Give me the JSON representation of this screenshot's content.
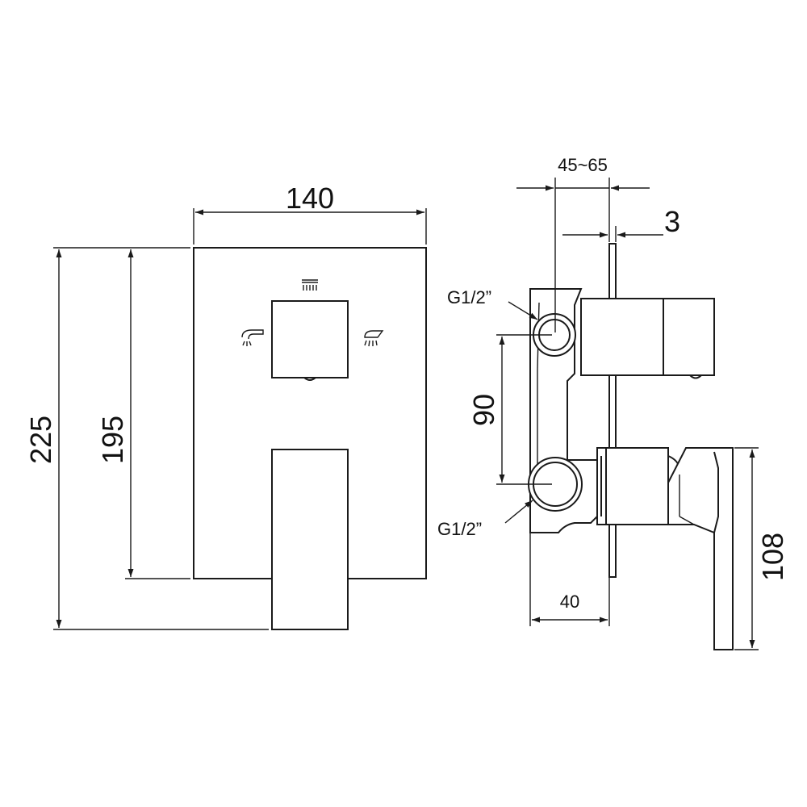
{
  "dimensions": {
    "front_width": "140",
    "total_height": "225",
    "plate_height": "195",
    "depth_range": "45~65",
    "plate_thickness": "3",
    "inlet_spacing": "90",
    "body_depth": "40",
    "handle_height": "108"
  },
  "labels": {
    "thread_top": "G1/2”",
    "thread_bottom": "G1/2”"
  },
  "icons": [
    "overhead-shower-icon",
    "hand-shower-icon",
    "shower-head-icon"
  ],
  "colors": {
    "line": "#1a1a1a",
    "background": "#ffffff"
  }
}
